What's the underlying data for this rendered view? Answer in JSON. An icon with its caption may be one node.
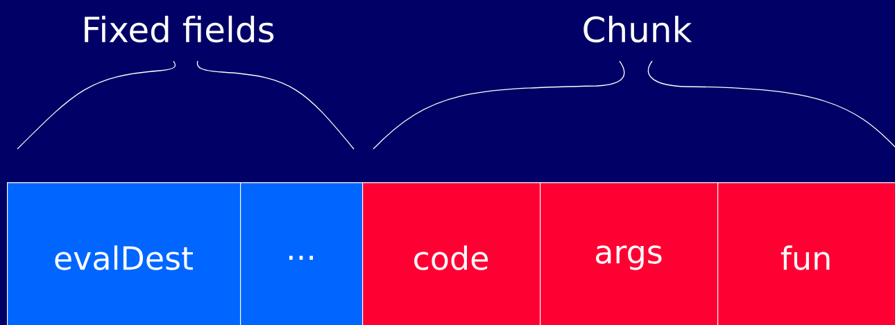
{
  "diagram": {
    "nodes": [
      {
        "text": [
          "evalDest"
        ]
      },
      {
        "text": [
          "..."
        ]
      },
      {
        "text": [
          "code"
        ]
      },
      {
        "text": [
          "args"
        ]
      },
      {
        "text": [
          "fun"
        ]
      }
    ],
    "labels": [
      "Fixed fields",
      "Chunk"
    ]
  }
}
